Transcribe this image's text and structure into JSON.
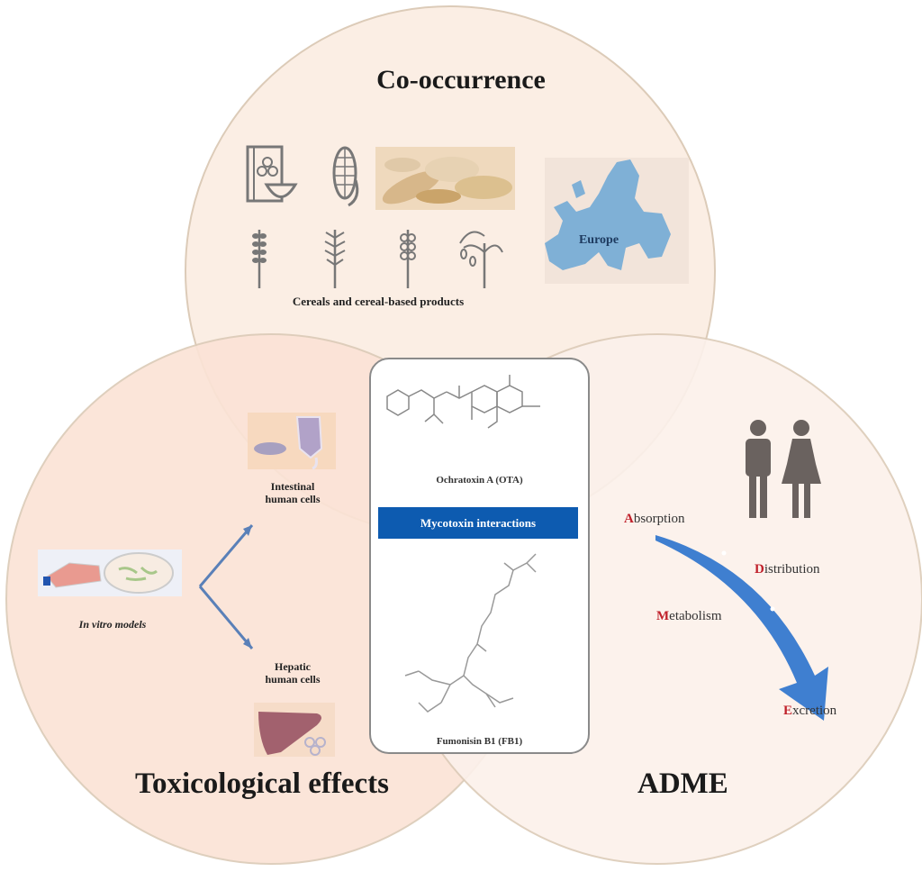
{
  "diagram": {
    "sections": {
      "co_occurrence": {
        "title": "Co-occurrence",
        "food_label": "Cereals and cereal-based products",
        "region_label": "Europe",
        "icons": [
          "cereal-box-bowl-icon",
          "corn-icon",
          "grain-photo",
          "wheat-icon",
          "barley-icon",
          "rye-icon",
          "oat-icon",
          "europe-map"
        ]
      },
      "toxicological_effects": {
        "title": "Toxicological effects",
        "source_label": "In vitro models",
        "targets": [
          {
            "label_line1": "Intestinal",
            "label_line2": "human cells",
            "icon": "intestine-icon"
          },
          {
            "label_line1": "Hepatic",
            "label_line2": "human cells",
            "icon": "liver-icon"
          }
        ]
      },
      "adme": {
        "title": "ADME",
        "steps": [
          {
            "initial": "A",
            "rest": "bsorption"
          },
          {
            "initial": "D",
            "rest": "istribution"
          },
          {
            "initial": "M",
            "rest": "etabolism"
          },
          {
            "initial": "E",
            "rest": "xcretion"
          }
        ]
      }
    },
    "center": {
      "banner": "Mycotoxin interactions",
      "compound_top": "Ochratoxin A (OTA)",
      "compound_bottom": "Fumonisin B1 (FB1)"
    },
    "colors": {
      "banner": "#0d5bb0",
      "arrow": "#3f7fd0",
      "adme_initial": "#c0202a",
      "circle_top": "#fbeee4",
      "circle_left": "#fbe3d6",
      "circle_right": "#fcf1eb"
    }
  }
}
